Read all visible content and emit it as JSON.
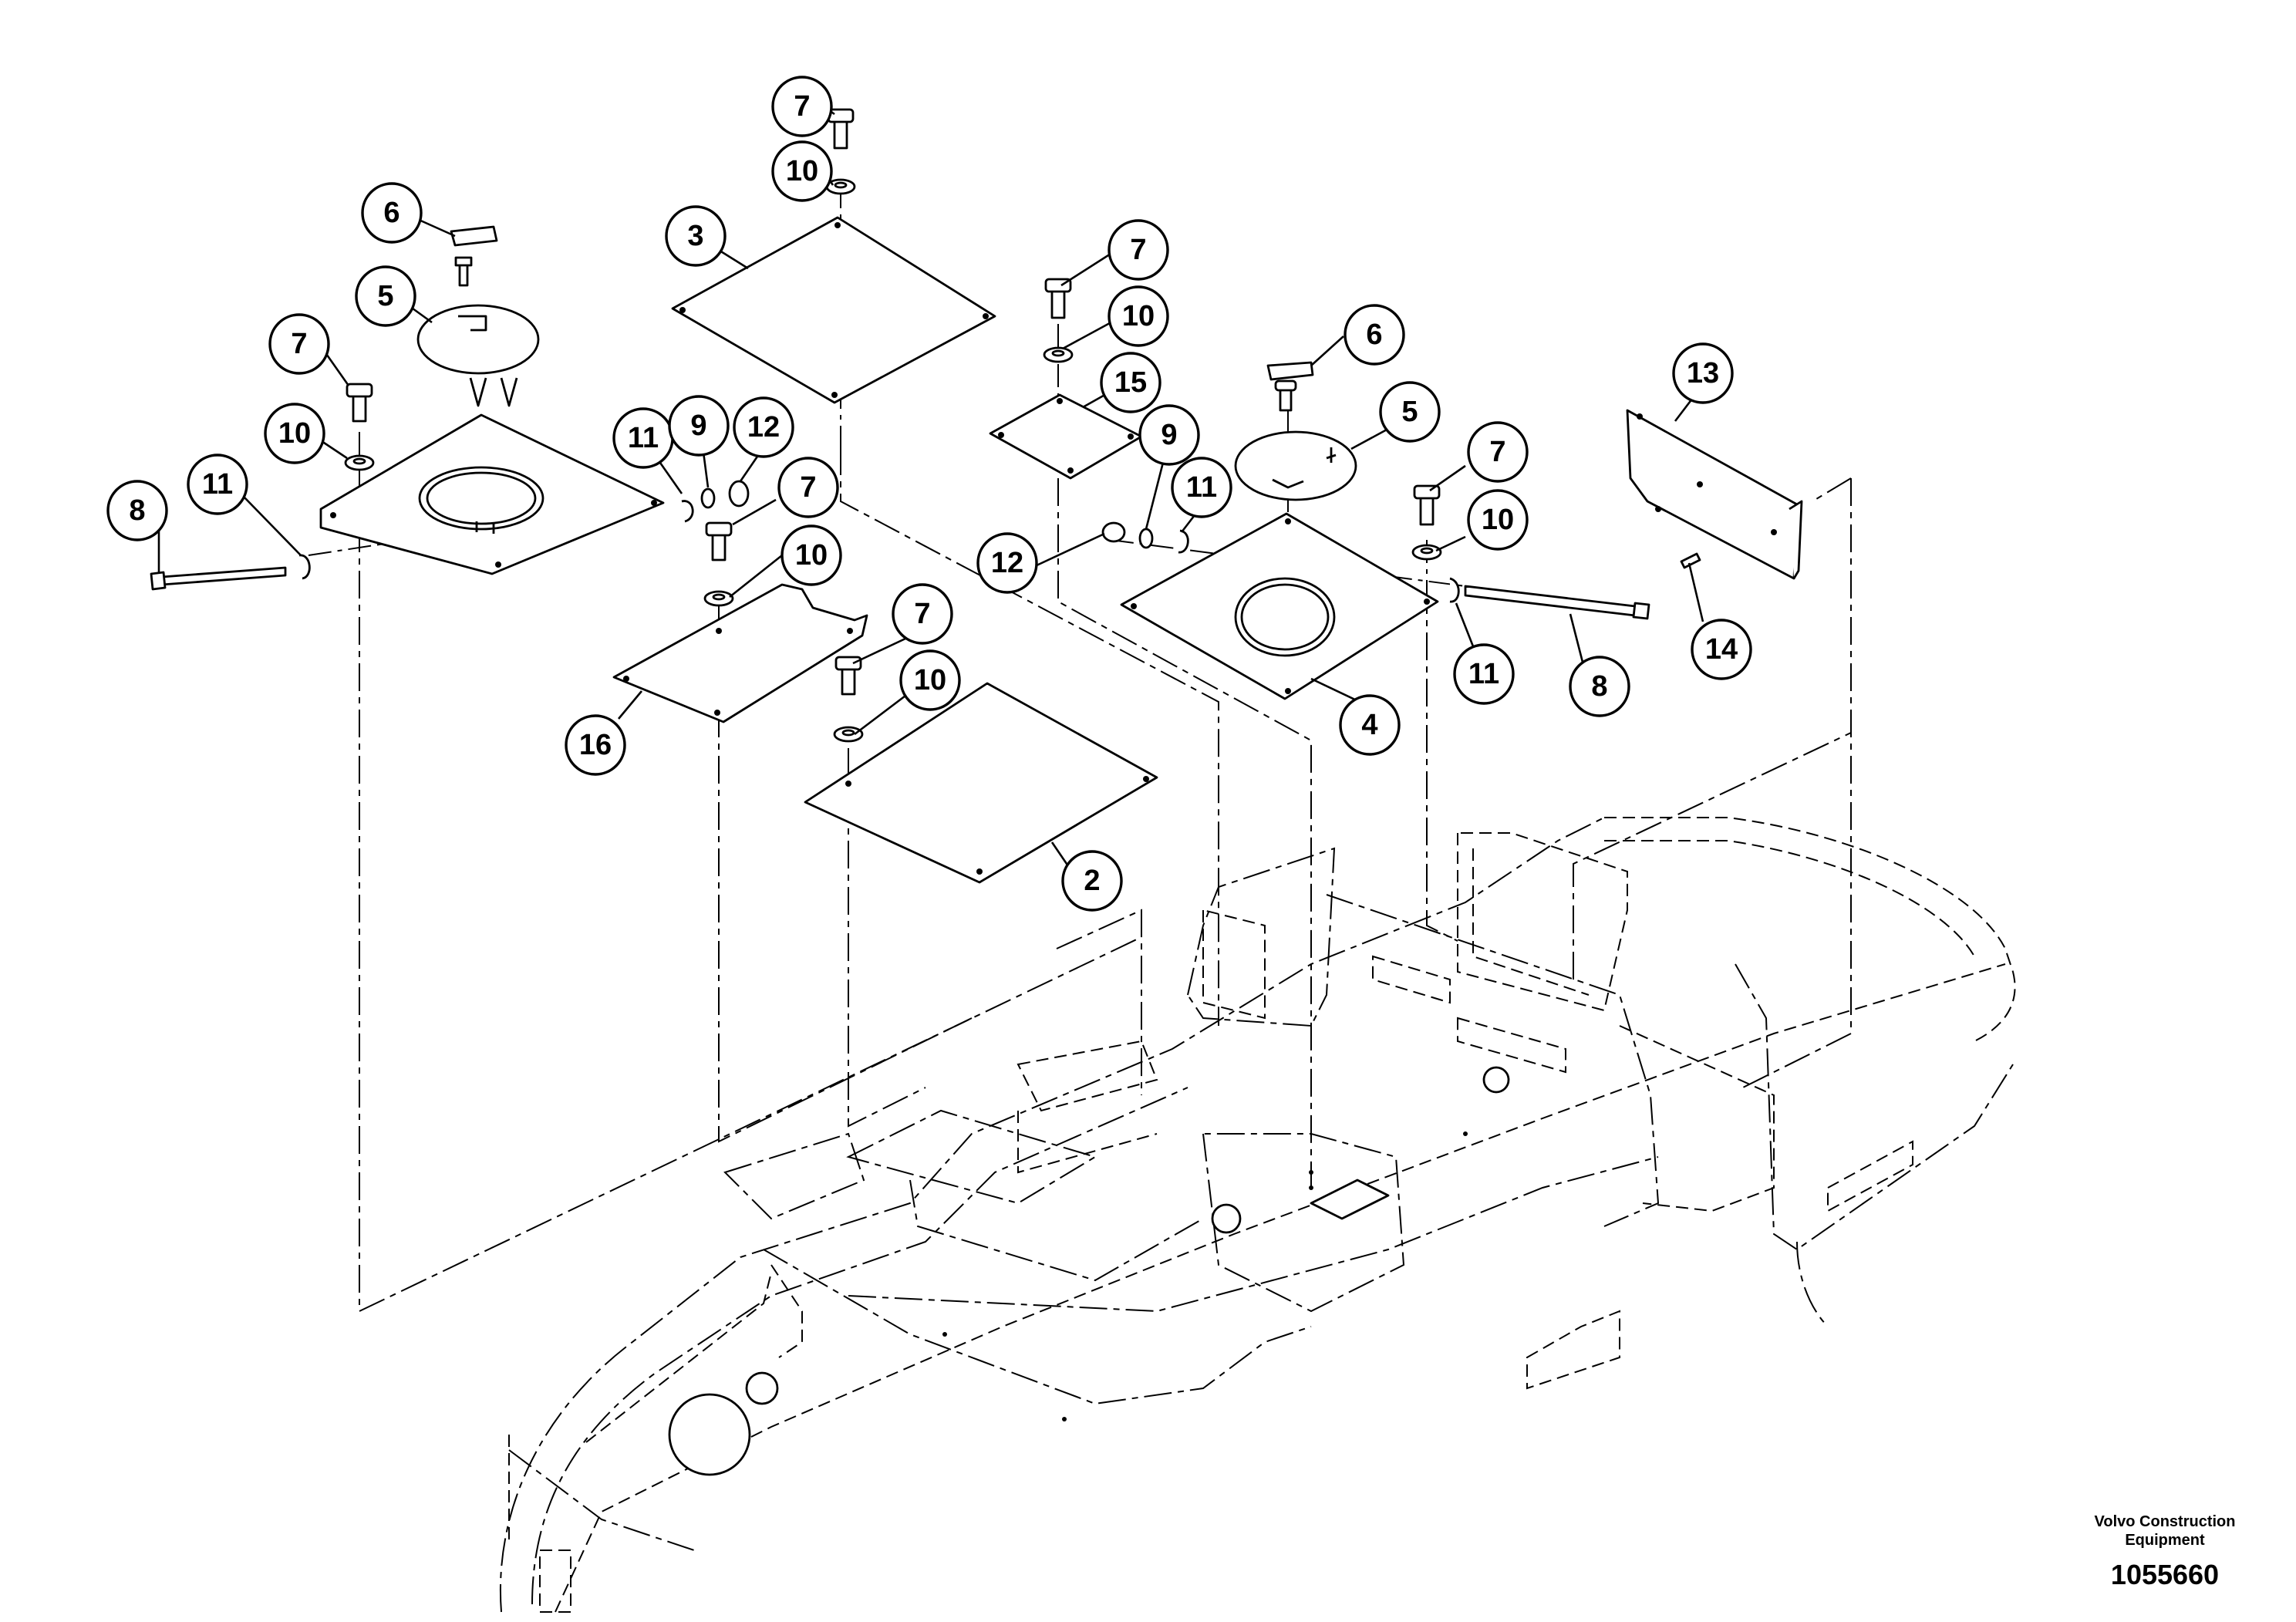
{
  "callouts": [
    {
      "label": "7"
    },
    {
      "label": "10"
    },
    {
      "label": "3"
    },
    {
      "label": "6"
    },
    {
      "label": "5"
    },
    {
      "label": "7"
    },
    {
      "label": "10"
    },
    {
      "label": "11"
    },
    {
      "label": "9"
    },
    {
      "label": "12"
    },
    {
      "label": "7"
    },
    {
      "label": "10"
    },
    {
      "label": "8"
    },
    {
      "label": "11"
    },
    {
      "label": "16"
    },
    {
      "label": "7"
    },
    {
      "label": "10"
    },
    {
      "label": "2"
    },
    {
      "label": "7"
    },
    {
      "label": "10"
    },
    {
      "label": "15"
    },
    {
      "label": "6"
    },
    {
      "label": "5"
    },
    {
      "label": "9"
    },
    {
      "label": "11"
    },
    {
      "label": "12"
    },
    {
      "label": "4"
    },
    {
      "label": "7"
    },
    {
      "label": "10"
    },
    {
      "label": "11"
    },
    {
      "label": "8"
    },
    {
      "label": "13"
    },
    {
      "label": "14"
    }
  ],
  "footer": {
    "brand_line1": "Volvo Construction",
    "brand_line2": "Equipment",
    "drawing_number": "1055660"
  }
}
